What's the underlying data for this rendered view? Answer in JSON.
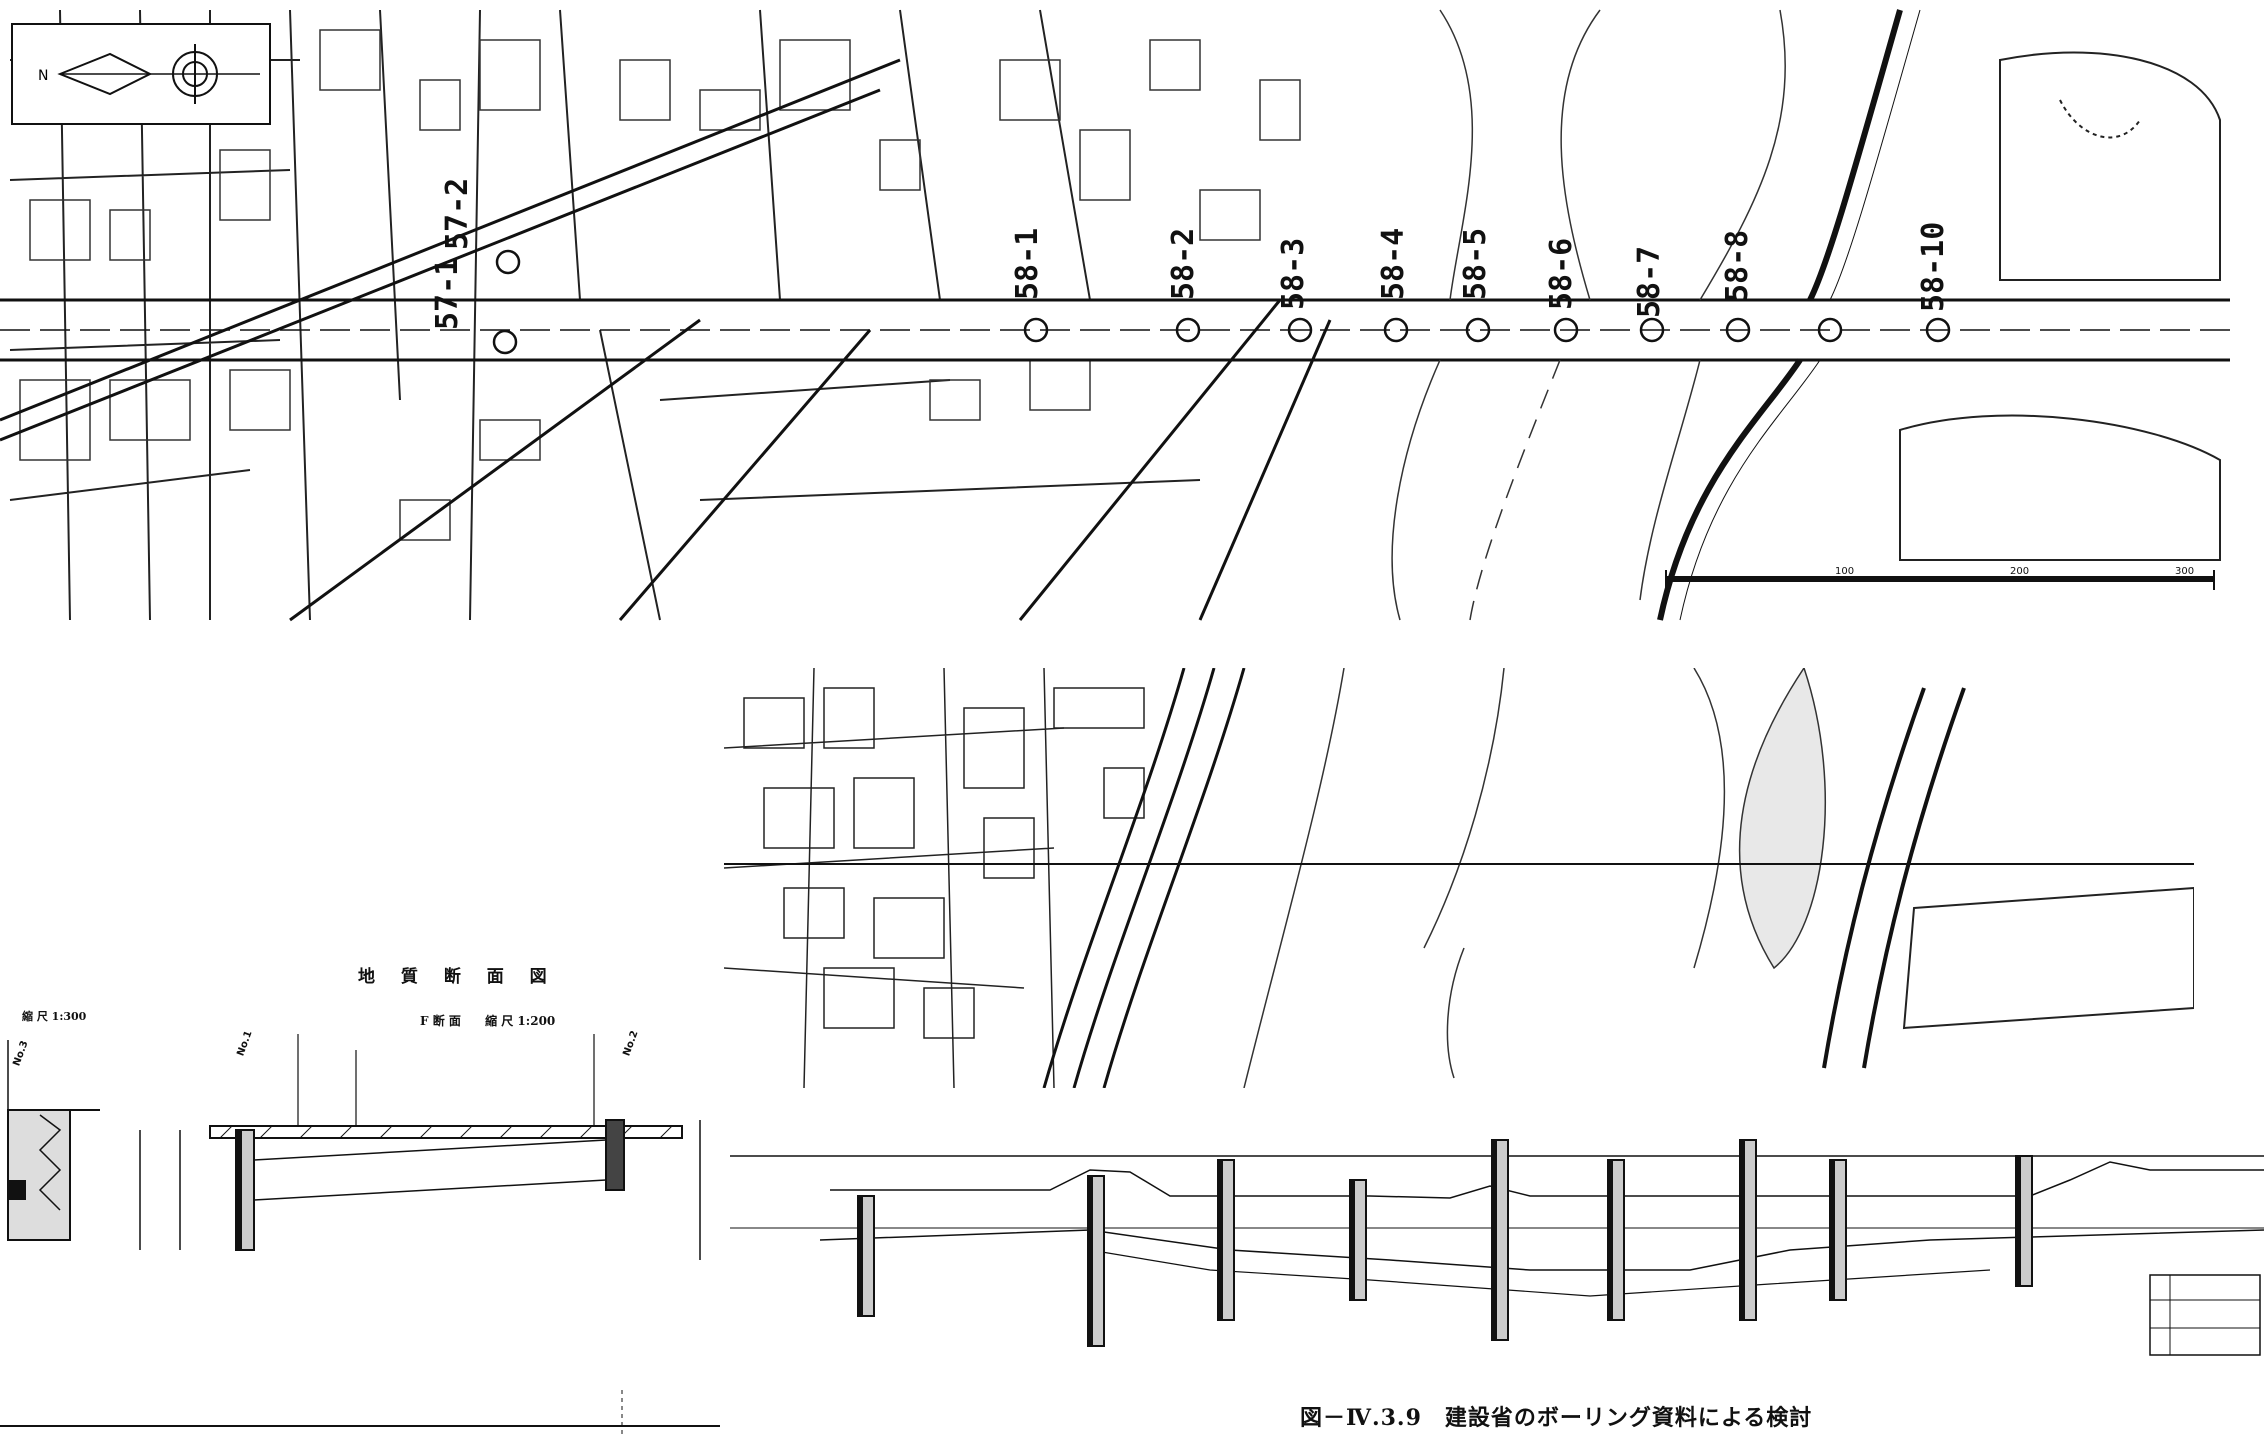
{
  "north_label": "N",
  "borehole_labels": [
    "57-1",
    "57-2",
    "58-1",
    "58-2",
    "58-3",
    "58-4",
    "58-5",
    "58-6",
    "58-7",
    "58-8",
    "58-10"
  ],
  "scale_bar_ticks": [
    "100",
    "200",
    "300"
  ],
  "section_title": "地 質 断 面 図",
  "f_section_label": "F 断 面",
  "left_scale": "縮 尺 1:300",
  "f_scale": "縮 尺 1:200",
  "left_no1": "No.1",
  "left_no2": "No.2",
  "left_no3": "No.3",
  "caption": "図－Ⅳ.3.9　建設省のボーリング資料による検討",
  "colors": {
    "ink": "#111111",
    "paper": "#ffffff"
  }
}
